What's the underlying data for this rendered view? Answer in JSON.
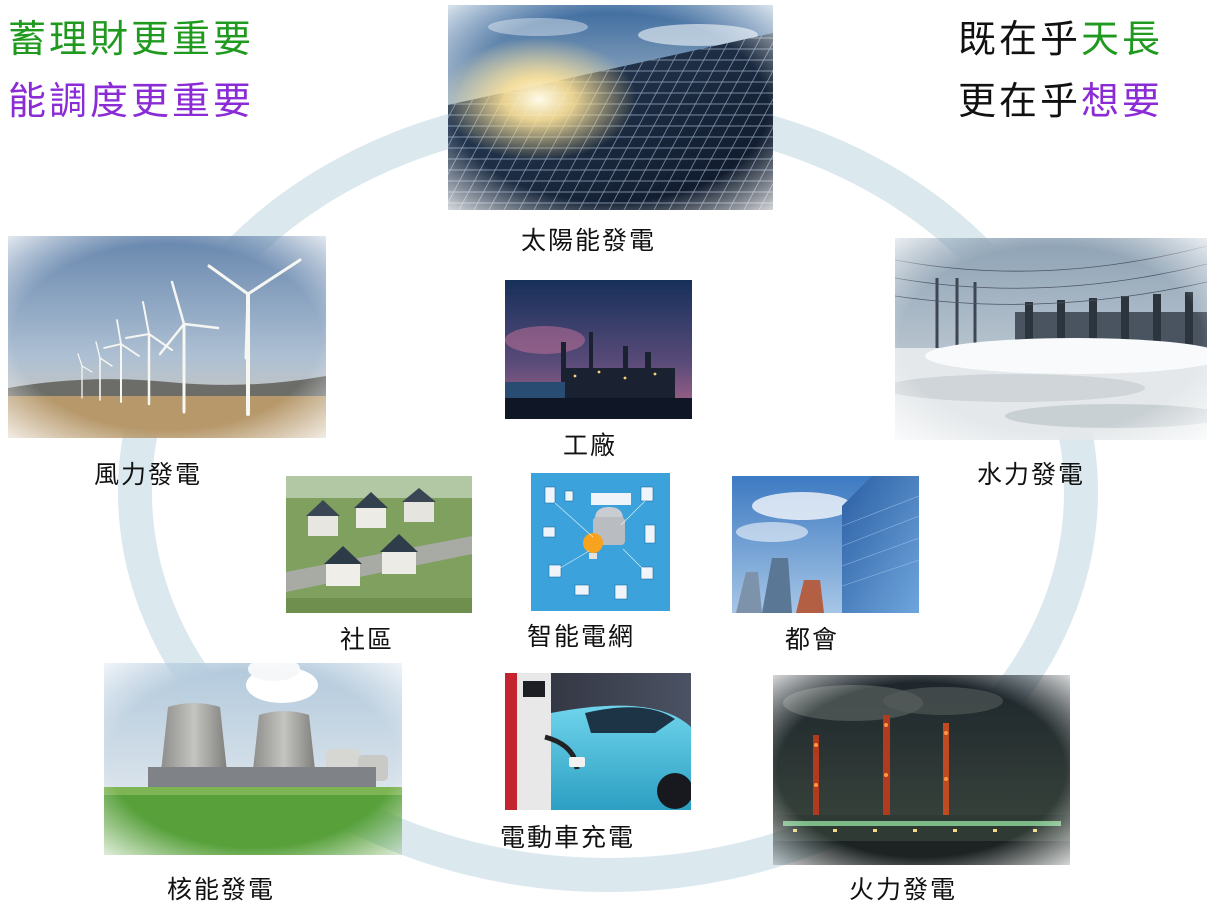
{
  "headlines": {
    "top_left": [
      {
        "text": "蓄理財更重要",
        "color": "#1f9a1f"
      },
      {
        "text": "能調度更重要",
        "color": "#8a2bd6"
      }
    ],
    "top_right_line1": {
      "prefix": "既在乎",
      "highlight": "天長",
      "prefix_color": "#111111",
      "highlight_color": "#1f9a1f"
    },
    "top_right_line2": {
      "prefix": "更在乎",
      "highlight": "想要",
      "prefix_color": "#111111",
      "highlight_color": "#8a2bd6"
    }
  },
  "ring_color": "#dbe9ef",
  "nodes": {
    "solar": "太陽能發電",
    "wind": "風力發電",
    "hydro": "水力發電",
    "nuclear": "核能發電",
    "thermal": "火力發電",
    "factory": "工廠",
    "community": "社區",
    "smart_grid": "智能電網",
    "city": "都會",
    "ev_charging": "電動車充電"
  }
}
